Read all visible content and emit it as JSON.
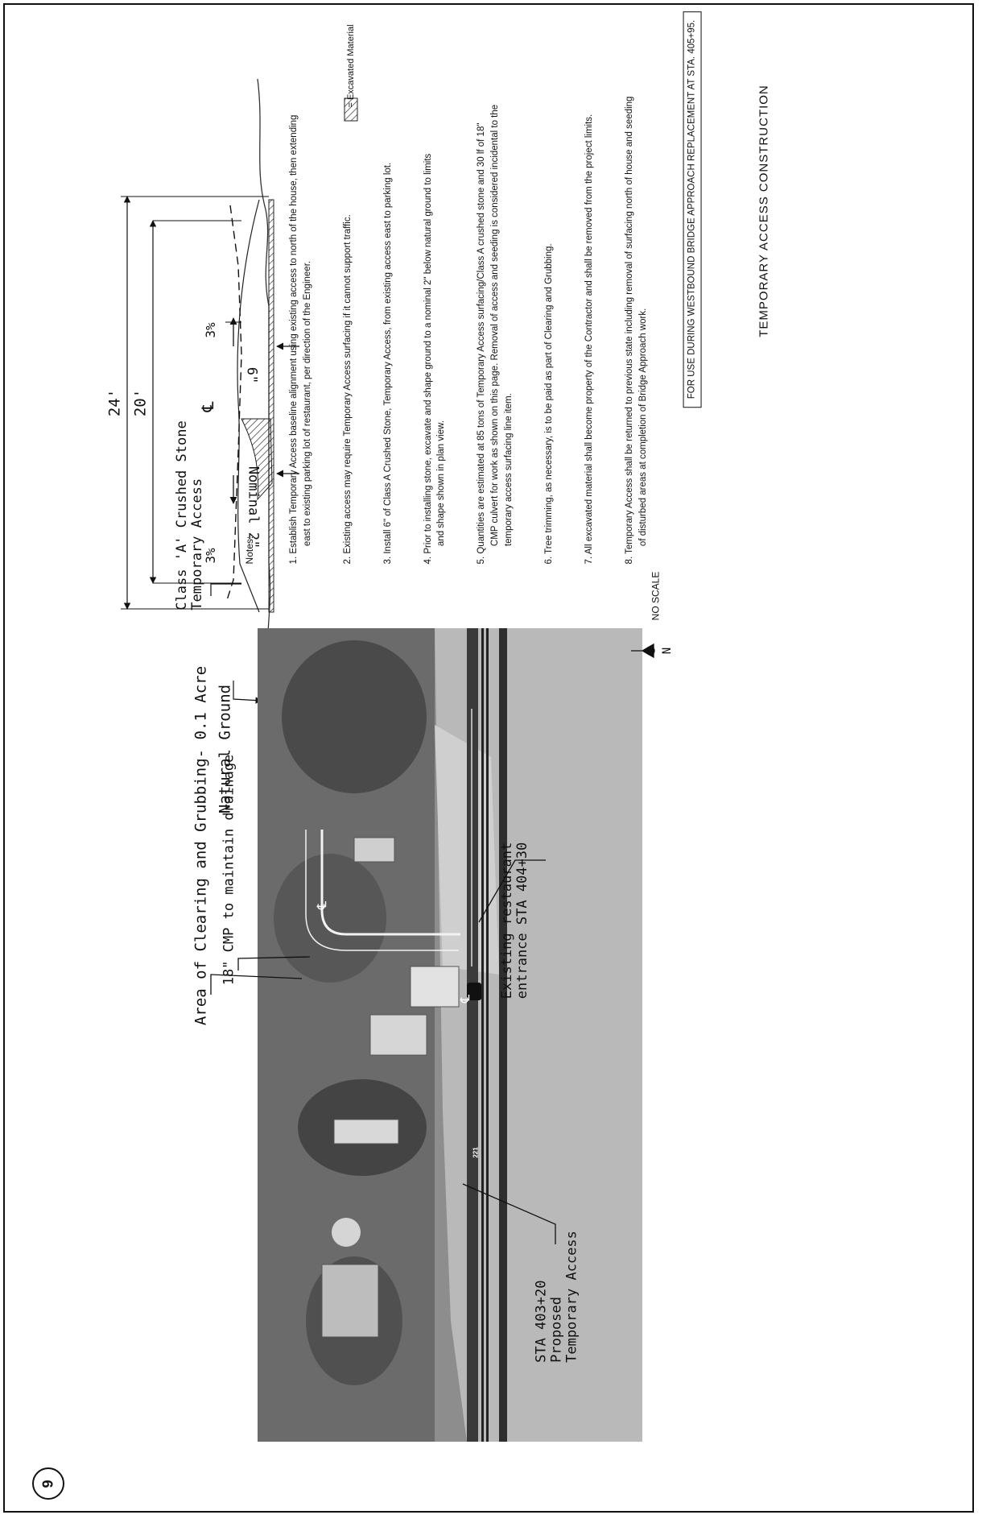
{
  "sheet": {
    "number": "9",
    "title": "TEMPORARY ACCESS CONSTRUCTION",
    "use_note": "FOR USE DURING WESTBOUND BRIDGE APPROACH REPLACEMENT AT STA. 405+95."
  },
  "section": {
    "width_outer": "24'",
    "width_inner": "20'",
    "material_label": "Class 'A' Crushed Stone\nTemporary Access",
    "centerline": "℄",
    "slope_left": "3%",
    "slope_right": "3%",
    "depth_center": "6\"",
    "nominal_depth": "Nominal 2\"",
    "ground_label": "Natural Ground",
    "legend_label": "= Excavated Material"
  },
  "plan": {
    "clearing_label": "Area of Clearing and Grubbing- 0.1 Acre",
    "cmp_label": "18\" CMP to maintain drainage",
    "restaurant_label": "Existing restaurant\nentrance STA 404+30",
    "proposed_label": "STA 403+20\nProposed\nTemporary Access",
    "scale_note": "NO SCALE",
    "route_shield": "221",
    "cl_mark": "℄"
  },
  "notes": {
    "heading": "Notes:",
    "items": [
      "1. Establish Temporary Access baseline alignment using existing access to north of the house, then extending\n       east to existing parking lot of restaurant, per direction of the Engineer.",
      "2. Existing access may require Temporary Access surfacing if it cannot support traffic.",
      "3. Install 6\" of Class A Crushed Stone, Temporary Access, from existing access east to parking lot.",
      "4. Prior to installing stone, excavate and shape ground to a nominal 2\" below natural ground to limits\n       and shape shown in plan view.",
      "5. Quantities are estimated at 85 tons of Temporary Access surfacing/Class A crushed stone and 30 lf of 18\"\n       CMP culvert for work as shown on this page. Removal of access and seeding is considered incidental to the\n       temporary access surfacing line item.",
      "6. Tree trimming, as necessary, is to be paid as part of Clearing and Grubbing.",
      "7. All excavated material shall become property of the Contractor and shall be removed from the project limits.",
      "8. Temporary Access shall be returned to previous state including removal of surfacing north of house and seeding\n       of disturbed areas at completion of Bridge Approach work."
    ]
  }
}
